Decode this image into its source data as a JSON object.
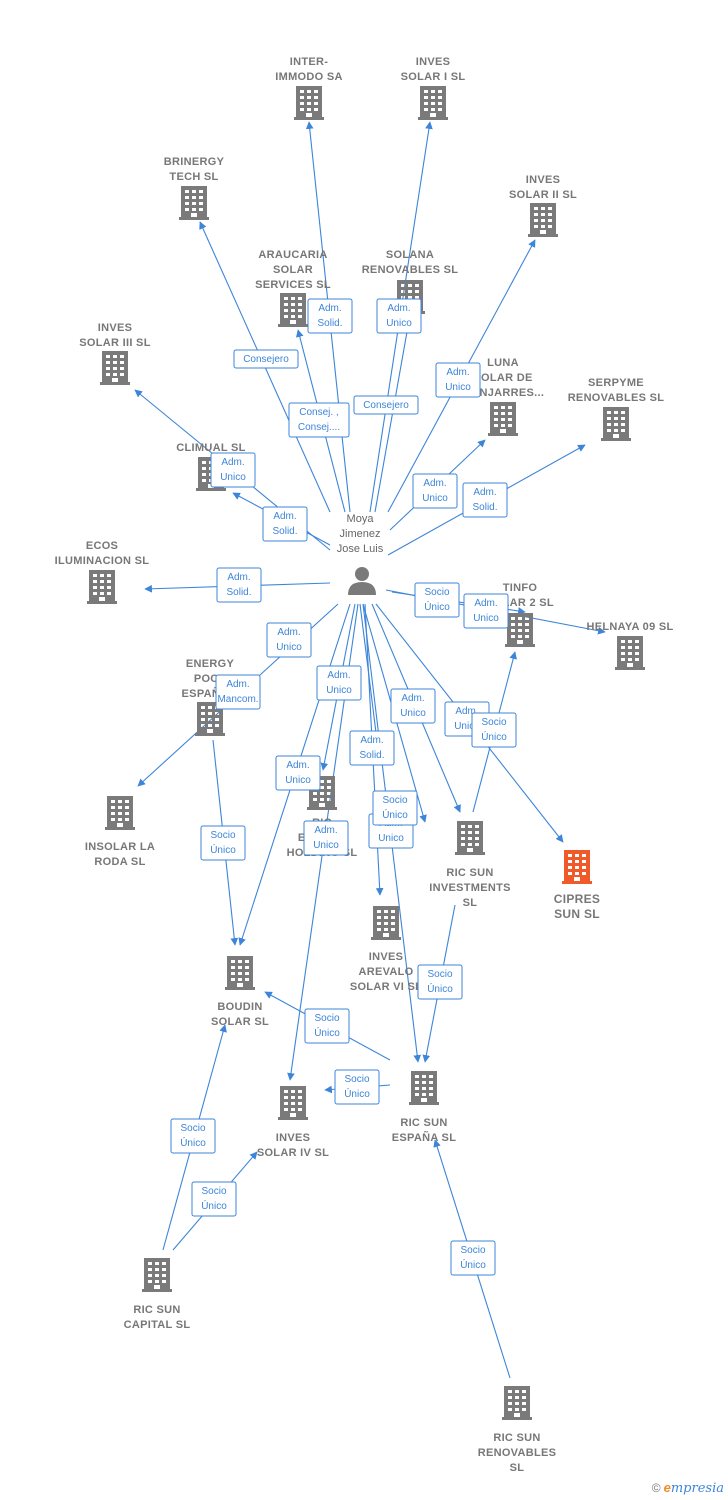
{
  "colors": {
    "accent": "#3d85d8",
    "building": "#7a7a7a",
    "highlight": "#f05a28",
    "text": "#777777"
  },
  "person": {
    "lines": [
      "Moya",
      "Jimenez",
      "Jose Luis"
    ],
    "icon": "person-icon"
  },
  "companies": [
    {
      "id": "inter_immodo",
      "lines": [
        "INTER-",
        "IMMODO SA"
      ]
    },
    {
      "id": "inves_solar_i",
      "lines": [
        "INVES",
        "SOLAR I SL"
      ]
    },
    {
      "id": "brinergy",
      "lines": [
        "BRINERGY",
        "TECH  SL"
      ]
    },
    {
      "id": "inves_solar_ii",
      "lines": [
        "INVES",
        "SOLAR II SL"
      ]
    },
    {
      "id": "araucaria",
      "lines": [
        "ARAUCARIA",
        "SOLAR",
        "SERVICES SL"
      ]
    },
    {
      "id": "solana",
      "lines": [
        "SOLANA",
        "RENOVABLES SL"
      ]
    },
    {
      "id": "inves_solar_iii",
      "lines": [
        "INVES",
        "SOLAR III SL"
      ]
    },
    {
      "id": "luna",
      "lines": [
        "LUNA",
        "SOLAR DE",
        "MANJARRES..."
      ]
    },
    {
      "id": "serpyme",
      "lines": [
        "SERPYME",
        "RENOVABLES SL"
      ]
    },
    {
      "id": "climual",
      "lines": [
        "CLIMUAL SL"
      ]
    },
    {
      "id": "ecos",
      "lines": [
        "ECOS",
        "ILUMINACION SL"
      ]
    },
    {
      "id": "tinfo",
      "lines": [
        "TINFO",
        "SOLAR 2 SL"
      ]
    },
    {
      "id": "helnaya",
      "lines": [
        "HELNAYA 09 SL"
      ]
    },
    {
      "id": "energy_pool",
      "lines": [
        "ENERGY",
        "POOL",
        "ESPAÑA..."
      ]
    },
    {
      "id": "insolar",
      "lines": [
        "INSOLAR LA",
        "RODA  SL"
      ]
    },
    {
      "id": "ric_energy",
      "lines": [
        "RIC",
        "ENERGY",
        "HOLDING  SL"
      ]
    },
    {
      "id": "ric_sun_inv",
      "lines": [
        "RIC SUN",
        "INVESTMENTS",
        "SL"
      ]
    },
    {
      "id": "cipres",
      "lines": [
        "CIPRES",
        "SUN  SL"
      ]
    },
    {
      "id": "inves_arevalo",
      "lines": [
        "INVES",
        "AREVALO",
        "SOLAR VI SL"
      ]
    },
    {
      "id": "boudin",
      "lines": [
        "BOUDIN",
        "SOLAR SL"
      ]
    },
    {
      "id": "ric_sun_espana",
      "lines": [
        "RIC SUN",
        "ESPAÑA  SL"
      ]
    },
    {
      "id": "inves_solar_iv",
      "lines": [
        "INVES",
        "SOLAR IV SL"
      ]
    },
    {
      "id": "ric_sun_capital",
      "lines": [
        "RIC SUN",
        "CAPITAL  SL"
      ]
    },
    {
      "id": "ric_sun_renovables",
      "lines": [
        "RIC SUN",
        "RENOVABLES",
        "SL"
      ]
    }
  ],
  "relations": [
    {
      "lines": [
        "Adm.",
        "Solid."
      ]
    },
    {
      "lines": [
        "Adm.",
        "Unico"
      ]
    },
    {
      "lines": [
        "Consejero"
      ]
    },
    {
      "lines": [
        "Consej. ,",
        "Consej...."
      ]
    },
    {
      "lines": [
        "Consejero"
      ]
    },
    {
      "lines": [
        "Adm.",
        "Unico"
      ]
    },
    {
      "lines": [
        "Adm.",
        "Unico"
      ]
    },
    {
      "lines": [
        "Adm.",
        "Unico"
      ]
    },
    {
      "lines": [
        "Adm.",
        "Solid."
      ]
    },
    {
      "lines": [
        "Adm.",
        "Solid."
      ]
    },
    {
      "lines": [
        "Adm.",
        "Solid."
      ]
    },
    {
      "lines": [
        "Socio",
        "Único"
      ]
    },
    {
      "lines": [
        "Adm.",
        "Unico"
      ]
    },
    {
      "lines": [
        "Adm.",
        "Unico"
      ]
    },
    {
      "lines": [
        "Adm.",
        "Mancom."
      ]
    },
    {
      "lines": [
        "Adm.",
        "Unico"
      ]
    },
    {
      "lines": [
        "Adm.",
        "Unico"
      ]
    },
    {
      "lines": [
        "Adm.",
        "Unico"
      ]
    },
    {
      "lines": [
        "Socio",
        "Único"
      ]
    },
    {
      "lines": [
        "Adm.",
        "Solid."
      ]
    },
    {
      "lines": [
        "Adm.",
        "Unico"
      ]
    },
    {
      "lines": [
        "Socio",
        "Único"
      ]
    },
    {
      "lines": [
        "Adm.",
        "Unico"
      ]
    },
    {
      "lines": [
        "Adm.",
        "Unico"
      ]
    },
    {
      "lines": [
        "Socio",
        "Único"
      ]
    },
    {
      "lines": [
        "Socio",
        "Único"
      ]
    },
    {
      "lines": [
        "Socio",
        "Único"
      ]
    },
    {
      "lines": [
        "Socio",
        "Único"
      ]
    },
    {
      "lines": [
        "Socio",
        "Único"
      ]
    },
    {
      "lines": [
        "Socio",
        "Único"
      ]
    },
    {
      "lines": [
        "Socio",
        "Único"
      ]
    }
  ],
  "footer": {
    "copyright": "©",
    "brand_e": "e",
    "brand_rest": "mpresia"
  }
}
